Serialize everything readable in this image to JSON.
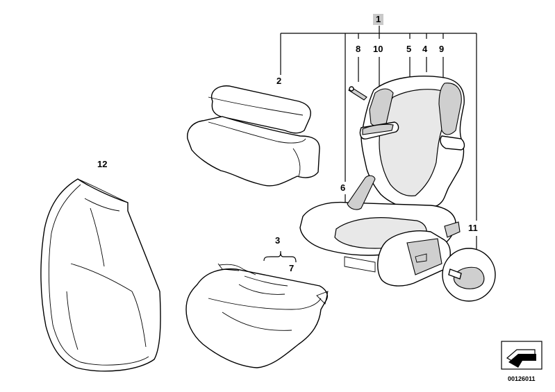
{
  "callouts": {
    "part_1": "1",
    "part_2": "2",
    "part_3": "3",
    "part_4": "4",
    "part_5": "5",
    "part_6": "6",
    "part_7": "7",
    "part_8": "8",
    "part_9": "9",
    "part_10": "10",
    "part_11": "11",
    "part_12": "12"
  },
  "diagram_number": "00126011",
  "colors": {
    "line": "#000000",
    "callout_highlight": "#c9c9c9",
    "seat_shading": "#e8e8e8"
  },
  "icons": {
    "corner_logo": "stepped-arrow-icon"
  }
}
